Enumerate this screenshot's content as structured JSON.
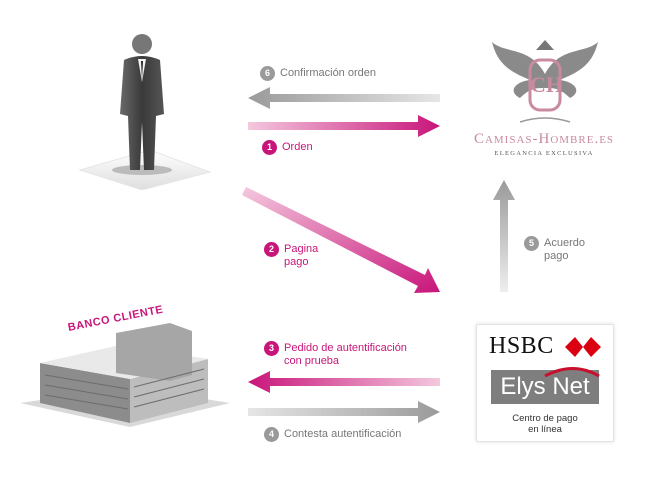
{
  "steps": [
    {
      "num": "6",
      "label": "Confirmación orden",
      "tone": "gray"
    },
    {
      "num": "1",
      "label": "Orden",
      "tone": "pink"
    },
    {
      "num": "2",
      "label": "Pagina\npago",
      "tone": "pink"
    },
    {
      "num": "5",
      "label": "Acuerdo\npago",
      "tone": "gray"
    },
    {
      "num": "3",
      "label": "Pedido de autentificación\ncon prueba",
      "tone": "pink"
    },
    {
      "num": "4",
      "label": "Contesta autentificación",
      "tone": "gray"
    }
  ],
  "merchant": {
    "name": "Camisas-Hombre.es",
    "tagline": "ELEGANCIA EXCLUSIVA",
    "monogram": "CH"
  },
  "bank": {
    "sign": "BANCO CLIENTE"
  },
  "payment_gateway": {
    "bank_name": "HSBC",
    "product": "Elys Net",
    "caption": "Centro de pago\nen línea"
  },
  "colors": {
    "pink": "#c8157a",
    "gray": "#9a9a9a"
  }
}
